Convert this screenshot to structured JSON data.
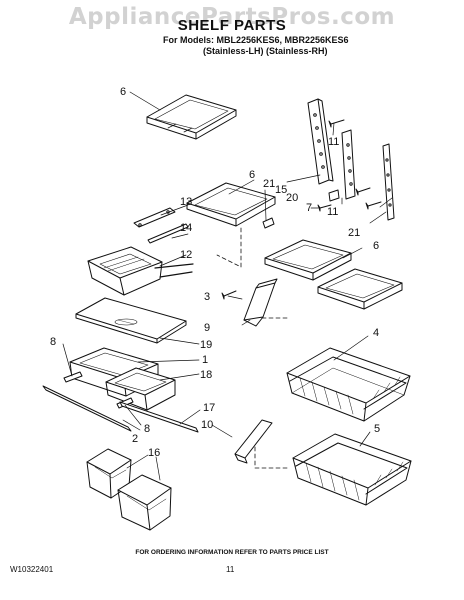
{
  "watermark": "AppliancePartsPros.com",
  "title": "SHELF PARTS",
  "models": {
    "line1": "For Models: MBL2256KES6, MBR2256KES6",
    "line2": "(Stainless-LH)  (Stainless-RH)"
  },
  "callouts": [
    {
      "id": "6a",
      "text": "6"
    },
    {
      "id": "6b",
      "text": "6"
    },
    {
      "id": "6c",
      "text": "6"
    },
    {
      "id": "11a",
      "text": "11"
    },
    {
      "id": "11b",
      "text": "11"
    },
    {
      "id": "21a",
      "text": "21"
    },
    {
      "id": "21b",
      "text": "21"
    },
    {
      "id": "15",
      "text": "15"
    },
    {
      "id": "20",
      "text": "20"
    },
    {
      "id": "7",
      "text": "7"
    },
    {
      "id": "13",
      "text": "13"
    },
    {
      "id": "14",
      "text": "14"
    },
    {
      "id": "12",
      "text": "12"
    },
    {
      "id": "3",
      "text": "3"
    },
    {
      "id": "9",
      "text": "9"
    },
    {
      "id": "4",
      "text": "4"
    },
    {
      "id": "19",
      "text": "19"
    },
    {
      "id": "1",
      "text": "1"
    },
    {
      "id": "18",
      "text": "18"
    },
    {
      "id": "8a",
      "text": "8"
    },
    {
      "id": "8b",
      "text": "8"
    },
    {
      "id": "2",
      "text": "2"
    },
    {
      "id": "17",
      "text": "17"
    },
    {
      "id": "10",
      "text": "10"
    },
    {
      "id": "5",
      "text": "5"
    },
    {
      "id": "16",
      "text": "16"
    }
  ],
  "footer": {
    "note": "FOR ORDERING INFORMATION REFER TO PARTS PRICE LIST",
    "doc_number": "W10322401",
    "page": "11"
  }
}
